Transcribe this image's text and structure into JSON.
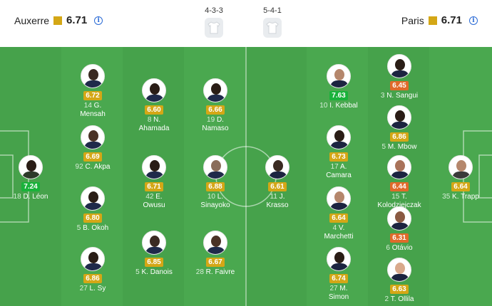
{
  "home": {
    "name": "Auxerre",
    "rating": "6.71",
    "color": "#d4a716",
    "formation": "4-3-3"
  },
  "away": {
    "name": "Paris",
    "rating": "6.71",
    "color": "#d4a716",
    "formation": "5-4-1"
  },
  "colors": {
    "pitch": "#4aa84f",
    "rating_yellow": "#d4a716",
    "rating_orange": "#e06a2a",
    "rating_green": "#19b23b"
  },
  "players": [
    {
      "num": "14",
      "name": "G.",
      "name2": "Mensah",
      "rating": "6.72",
      "tone": "y"
    },
    {
      "num": "92",
      "name": "C. Akpa",
      "name2": "",
      "rating": "6.69",
      "tone": "y"
    },
    {
      "num": "18",
      "name": "D. Léon",
      "name2": "",
      "rating": "7.24",
      "tone": "g"
    },
    {
      "num": "5",
      "name": "B. Okoh",
      "name2": "",
      "rating": "6.80",
      "tone": "y"
    },
    {
      "num": "27",
      "name": "L. Sy",
      "name2": "",
      "rating": "6.86",
      "tone": "y"
    },
    {
      "num": "8",
      "name": "N.",
      "name2": "Ahamada",
      "rating": "6.60",
      "tone": "y"
    },
    {
      "num": "42",
      "name": "E.",
      "name2": "Owusu",
      "rating": "6.71",
      "tone": "y"
    },
    {
      "num": "5",
      "name": "K. Danois",
      "name2": "",
      "rating": "6.85",
      "tone": "y"
    },
    {
      "num": "19",
      "name": "D.",
      "name2": "Namaso",
      "rating": "6.66",
      "tone": "y"
    },
    {
      "num": "10",
      "name": "L.",
      "name2": "Sinayoko",
      "rating": "6.88",
      "tone": "y"
    },
    {
      "num": "28",
      "name": "R. Faivre",
      "name2": "",
      "rating": "6.67",
      "tone": "y"
    },
    {
      "num": "11",
      "name": "J.",
      "name2": "Krasso",
      "rating": "6.61",
      "tone": "y"
    },
    {
      "num": "10",
      "name": "I. Kebbal",
      "name2": "",
      "rating": "7.63",
      "tone": "g"
    },
    {
      "num": "17",
      "name": "A.",
      "name2": "Camara",
      "rating": "6.73",
      "tone": "y"
    },
    {
      "num": "4",
      "name": "V.",
      "name2": "Marchetti",
      "rating": "6.64",
      "tone": "y"
    },
    {
      "num": "27",
      "name": "M.",
      "name2": "Simon",
      "rating": "6.74",
      "tone": "y"
    },
    {
      "num": "3",
      "name": "N. Sangui",
      "name2": "",
      "rating": "6.45",
      "tone": "o"
    },
    {
      "num": "5",
      "name": "M. Mbow",
      "name2": "",
      "rating": "6.86",
      "tone": "y"
    },
    {
      "num": "15",
      "name": "T.",
      "name2": "Kolodziejczak",
      "rating": "6.44",
      "tone": "o"
    },
    {
      "num": "6",
      "name": "Otávio",
      "name2": "",
      "rating": "6.31",
      "tone": "o"
    },
    {
      "num": "2",
      "name": "T. Ollila",
      "name2": "",
      "rating": "6.63",
      "tone": "y"
    },
    {
      "num": "35",
      "name": "K. Trapp",
      "name2": "",
      "rating": "6.64",
      "tone": "y"
    }
  ]
}
